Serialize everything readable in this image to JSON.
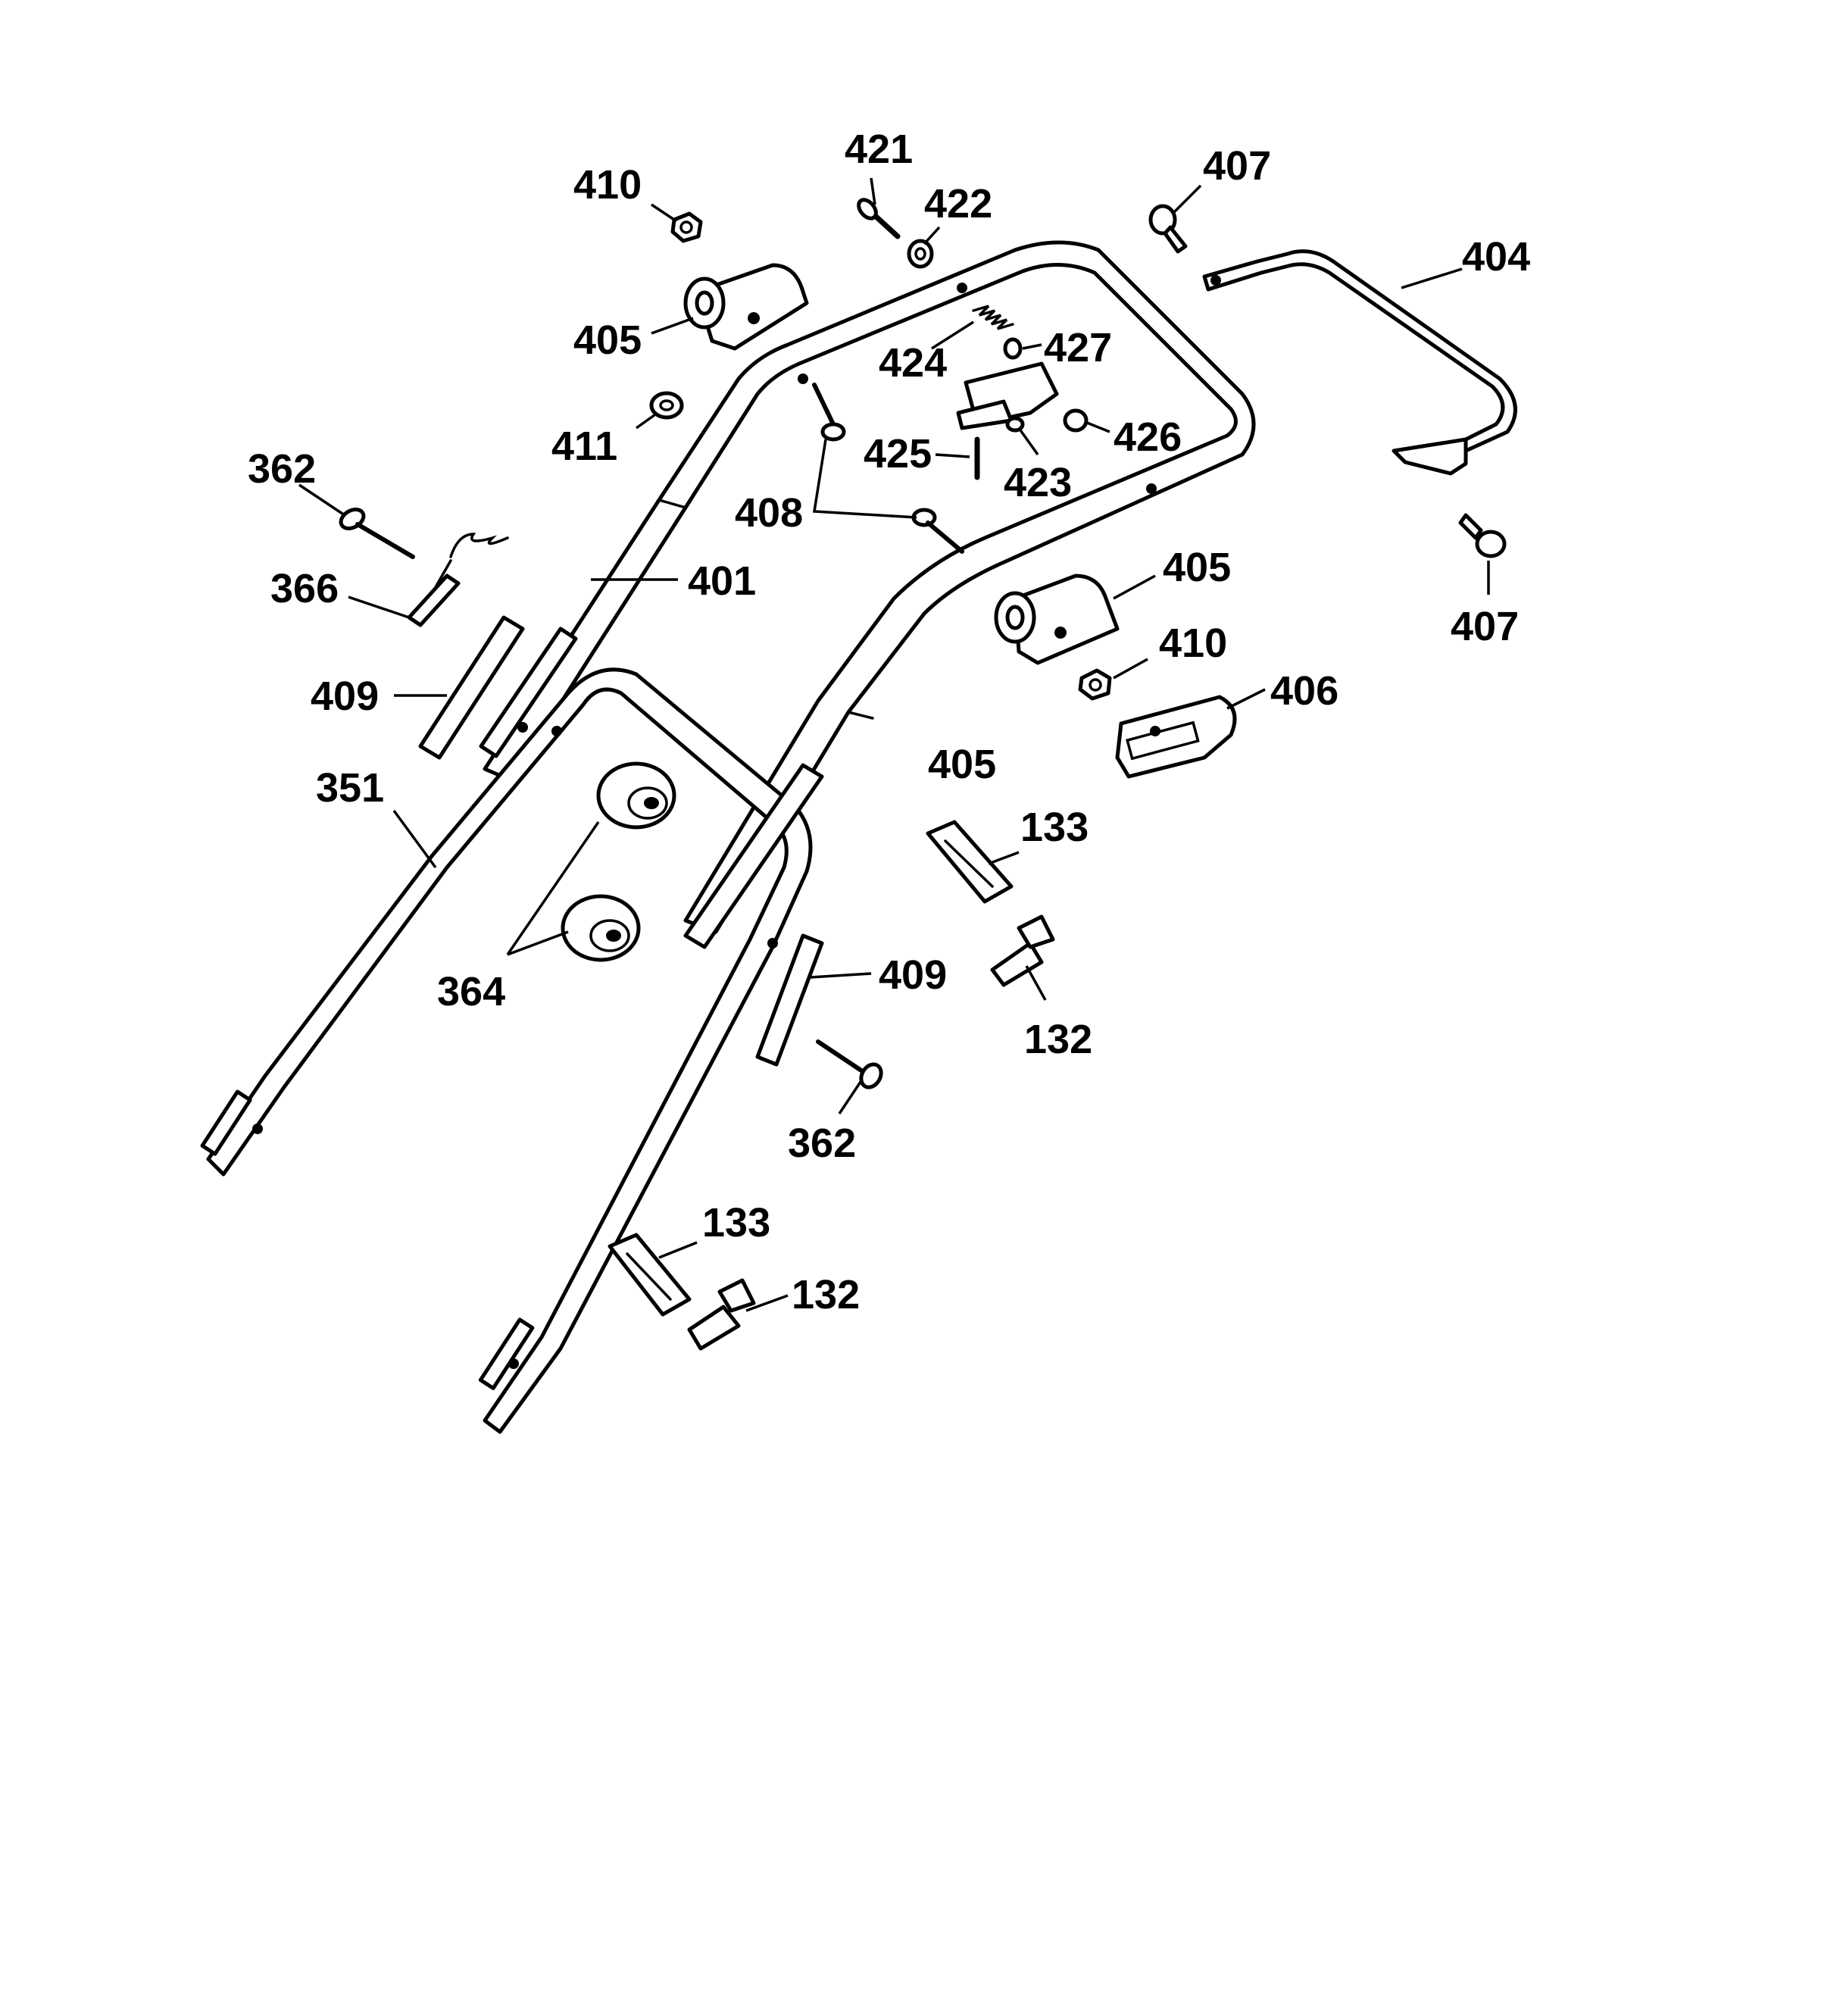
{
  "callouts": [
    {
      "id": "c410a",
      "text": "410"
    },
    {
      "id": "c421",
      "text": "421"
    },
    {
      "id": "c422",
      "text": "422"
    },
    {
      "id": "c407a",
      "text": "407"
    },
    {
      "id": "c404",
      "text": "404"
    },
    {
      "id": "c405a",
      "text": "405"
    },
    {
      "id": "c424",
      "text": "424"
    },
    {
      "id": "c427",
      "text": "427"
    },
    {
      "id": "c411",
      "text": "411"
    },
    {
      "id": "c426",
      "text": "426"
    },
    {
      "id": "c362a",
      "text": "362"
    },
    {
      "id": "c425",
      "text": "425"
    },
    {
      "id": "c423",
      "text": "423"
    },
    {
      "id": "c408",
      "text": "408"
    },
    {
      "id": "c366",
      "text": "366"
    },
    {
      "id": "c401",
      "text": "401"
    },
    {
      "id": "c405b",
      "text": "405"
    },
    {
      "id": "c407b",
      "text": "407"
    },
    {
      "id": "c410b",
      "text": "410"
    },
    {
      "id": "c409a",
      "text": "409"
    },
    {
      "id": "c406",
      "text": "406"
    },
    {
      "id": "c351",
      "text": "351"
    },
    {
      "id": "c405c",
      "text": "405"
    },
    {
      "id": "c133a",
      "text": "133"
    },
    {
      "id": "c364",
      "text": "364"
    },
    {
      "id": "c409b",
      "text": "409"
    },
    {
      "id": "c132a",
      "text": "132"
    },
    {
      "id": "c362b",
      "text": "362"
    },
    {
      "id": "c133b",
      "text": "133"
    },
    {
      "id": "c132b",
      "text": "132"
    }
  ]
}
